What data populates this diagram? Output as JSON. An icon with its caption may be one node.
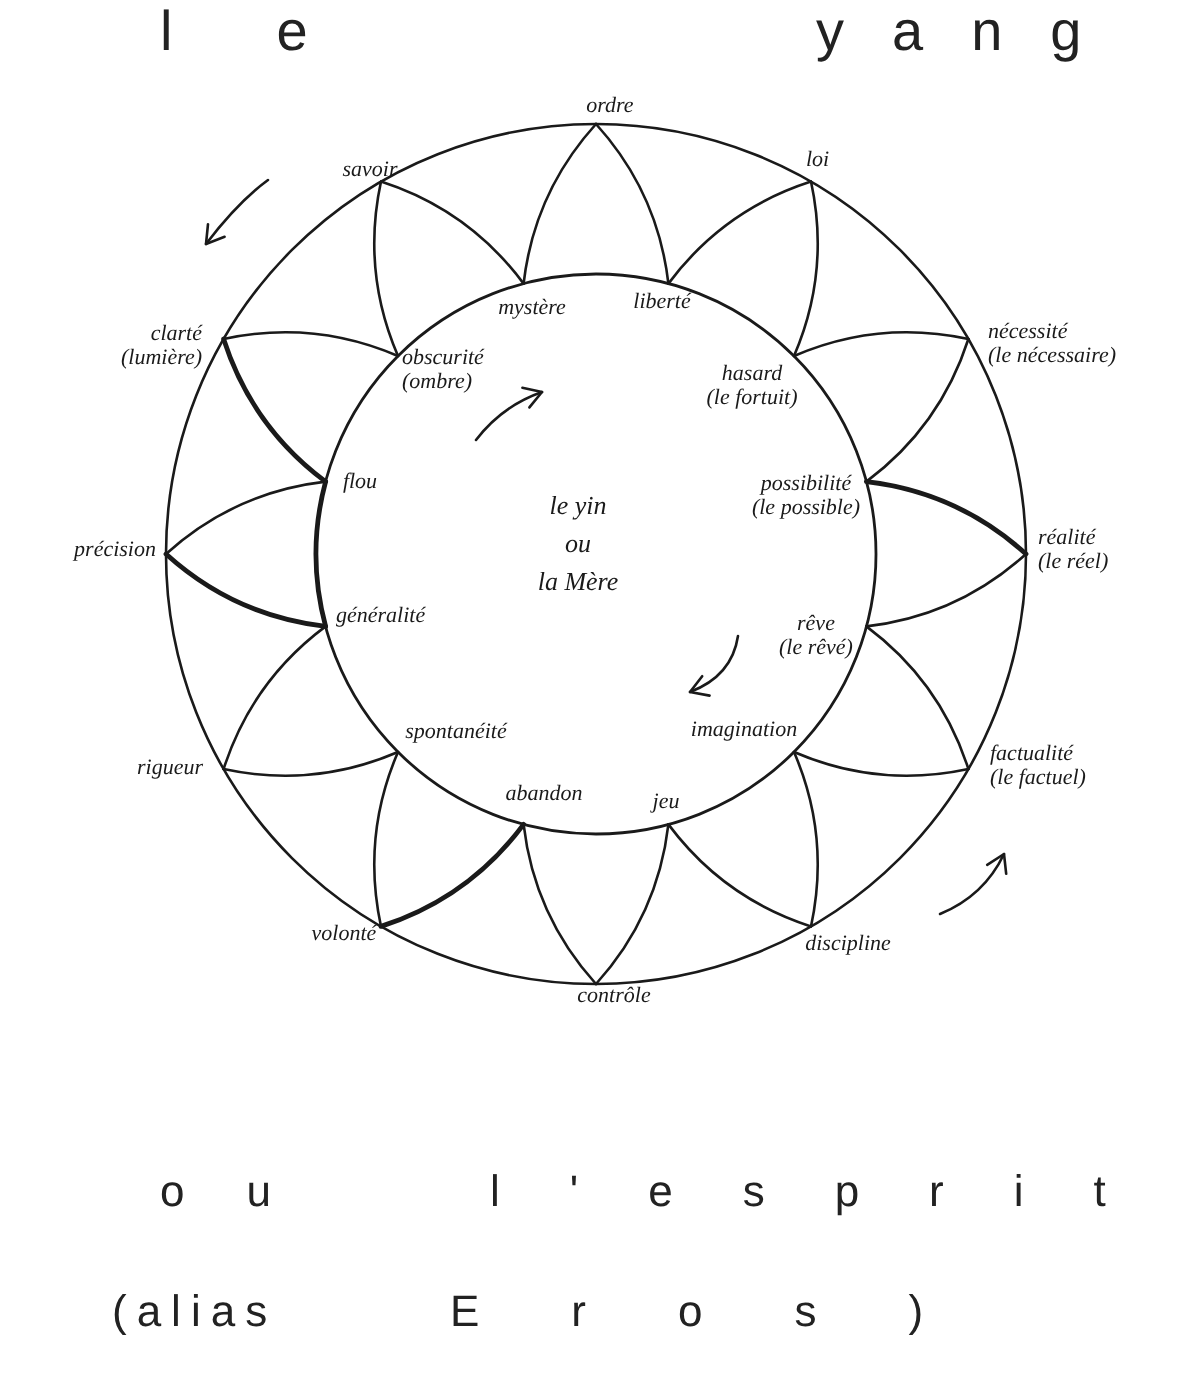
{
  "diagram": {
    "nodes": [
      {
        "text": [
          "le yin ou la Mère"
        ]
      }
    ],
    "labels": [
      "le yang",
      "ordre",
      "loi",
      "savoir",
      "mystère",
      "liberté",
      "clarté (lumière)",
      "nécessité (le nécessaire)",
      "obscurité (ombre)",
      "hasard (le fortuit)",
      "flou",
      "possibilité (le possible)",
      "précision",
      "réalité (le réel)",
      "généralité",
      "rêve (le rêvé)",
      "spontanéité",
      "imagination",
      "rigueur",
      "factualité (le factuel)",
      "abandon",
      "jeu",
      "volonté",
      "discipline",
      "contrôle",
      "ou l'esprit",
      "(alias Eros)"
    ]
  }
}
